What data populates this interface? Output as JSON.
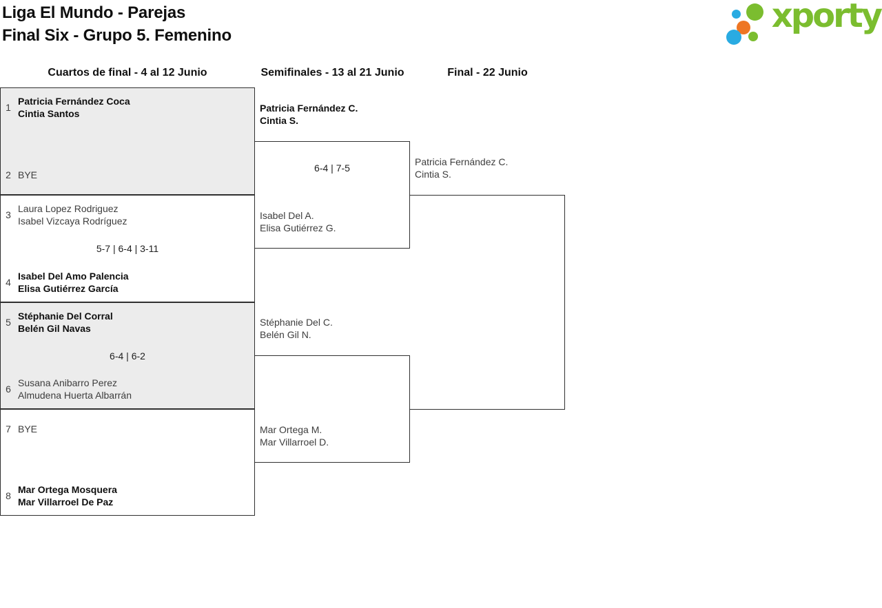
{
  "page": {
    "title_line1": "Liga El Mundo - Parejas",
    "title_line2": "Final Six - Grupo 5. Femenino"
  },
  "logo": {
    "wordmark": "xporty"
  },
  "rounds": [
    {
      "label": "Cuartos de final - 4 al 12 Junio"
    },
    {
      "label": "Semifinales - 13 al 21 Junio"
    },
    {
      "label": "Final - 22 Junio"
    }
  ],
  "colors": {
    "brand_green": "#7bbd2f",
    "brand_blue": "#29abe2",
    "brand_orange": "#ee7623",
    "box_fill_alt": "#ececec",
    "box_border": "#2f2f2f"
  },
  "bracket": {
    "quarterfinals": [
      {
        "score": "",
        "team1": {
          "seed": "1",
          "players": [
            "Patricia Fernández Coca",
            "Cintia Santos"
          ],
          "winner": true
        },
        "team2": {
          "seed": "2",
          "players": [
            "BYE"
          ],
          "winner": false
        }
      },
      {
        "score": "5-7 | 6-4 | 3-11",
        "team1": {
          "seed": "3",
          "players": [
            "Laura Lopez Rodriguez",
            "Isabel Vizcaya Rodríguez"
          ],
          "winner": false
        },
        "team2": {
          "seed": "4",
          "players": [
            "Isabel Del Amo Palencia",
            "Elisa Gutiérrez García"
          ],
          "winner": true
        }
      },
      {
        "score": "6-4 | 6-2",
        "team1": {
          "seed": "5",
          "players": [
            "Stéphanie Del Corral",
            "Belén Gil Navas"
          ],
          "winner": true
        },
        "team2": {
          "seed": "6",
          "players": [
            "Susana Anibarro Perez",
            "Almudena Huerta Albarrán"
          ],
          "winner": false
        }
      },
      {
        "score": "",
        "team1": {
          "seed": "7",
          "players": [
            "BYE"
          ],
          "winner": false
        },
        "team2": {
          "seed": "8",
          "players": [
            "Mar Ortega Mosquera",
            "Mar Villarroel De Paz"
          ],
          "winner": true
        }
      }
    ],
    "semifinals": [
      {
        "score": "6-4 | 7-5",
        "team1": {
          "players": [
            "Patricia Fernández C.",
            "Cintia S."
          ],
          "winner": true
        },
        "team2": {
          "players": [
            "Isabel Del A.",
            "Elisa Gutiérrez G."
          ],
          "winner": false
        }
      },
      {
        "score": "",
        "team1": {
          "players": [
            "Stéphanie Del C.",
            "Belén Gil N."
          ],
          "winner": false
        },
        "team2": {
          "players": [
            "Mar Ortega M.",
            "Mar Villarroel D."
          ],
          "winner": false
        }
      }
    ],
    "final": {
      "score": "",
      "team1": {
        "players": [
          "Patricia Fernández C.",
          "Cintia S."
        ],
        "winner": false
      }
    }
  }
}
